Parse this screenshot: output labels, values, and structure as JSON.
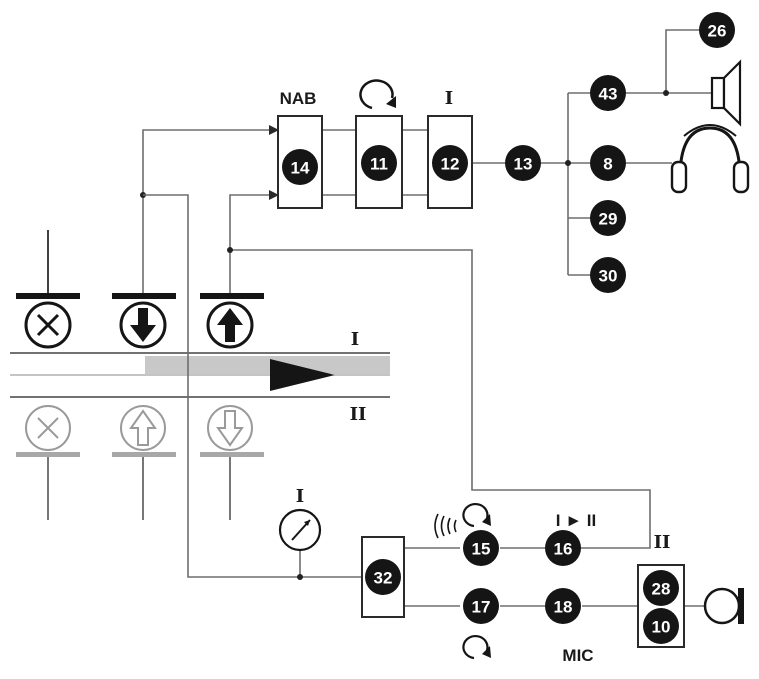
{
  "labels": {
    "nab": "NAB",
    "mic": "MIC",
    "track_top": "I",
    "track_bottom": "II",
    "above_12": "I",
    "meter": "I",
    "transfer": "I ► II",
    "above_28": "II"
  },
  "nodes": {
    "n14": "14",
    "n11": "11",
    "n12": "12",
    "n13": "13",
    "n43": "43",
    "n26": "26",
    "n8": "8",
    "n29": "29",
    "n30": "30",
    "n32": "32",
    "n15": "15",
    "n16": "16",
    "n17": "17",
    "n18": "18",
    "n28": "28",
    "n10": "10"
  },
  "icons": [
    "erase-head-icon",
    "playback-head-icon",
    "record-head-icon",
    "speaker-icon",
    "headphones-icon",
    "microphone-icon",
    "level-meter-icon",
    "rotary-knob-icon",
    "echo-waves-icon",
    "tape-direction-arrow-icon"
  ],
  "colors": {
    "ink": "#151515",
    "wire": "#6e6e6e",
    "tape": "#c8c8c8",
    "ghost": "#9a9a9a"
  }
}
